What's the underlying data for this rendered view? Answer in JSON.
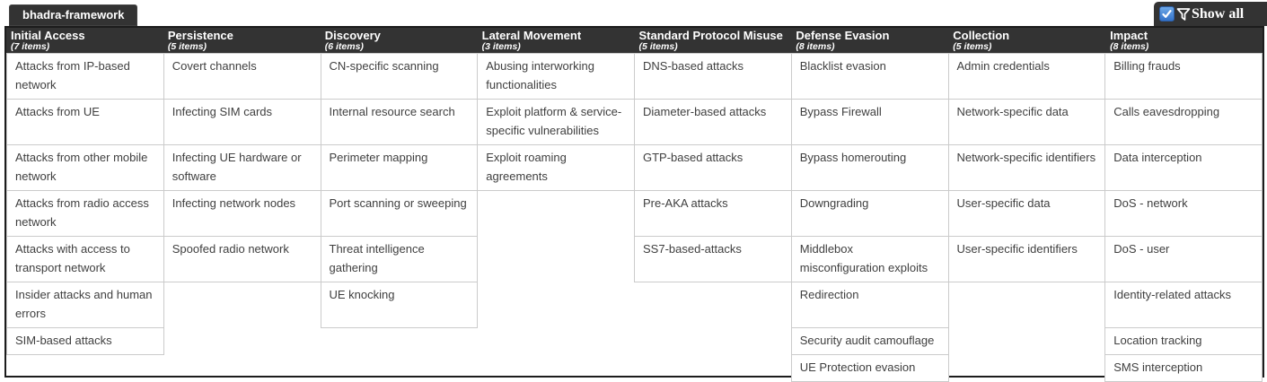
{
  "tab": {
    "title": "bhadra-framework"
  },
  "controls": {
    "show_all_label": "Show all",
    "checkbox_checked": true,
    "icons": [
      "checkbox-checked-icon",
      "filter-funnel-icon"
    ]
  },
  "colors": {
    "header_bg": "#333333",
    "container_border": "#1c1c1c",
    "cell_border": "#cbcbcb",
    "cell_text": "#3f3f3f",
    "checkbox_blue": "#3372c8"
  },
  "matrix": {
    "columns": [
      {
        "name": "Initial Access",
        "count_label": "(7 items)",
        "techniques": [
          "Attacks from IP-based network",
          "Attacks from UE",
          "Attacks from other mobile network",
          "Attacks from radio access network",
          "Attacks with access to transport network",
          "Insider attacks and human errors",
          "SIM-based attacks"
        ]
      },
      {
        "name": "Persistence",
        "count_label": "(5 items)",
        "techniques": [
          "Covert channels",
          "Infecting SIM cards",
          "Infecting UE hardware or software",
          "Infecting network nodes",
          "Spoofed radio network"
        ]
      },
      {
        "name": "Discovery",
        "count_label": "(6 items)",
        "techniques": [
          "CN-specific scanning",
          "Internal resource search",
          "Perimeter mapping",
          "Port scanning or sweeping",
          "Threat intelligence gathering",
          "UE knocking"
        ]
      },
      {
        "name": "Lateral Movement",
        "count_label": "(3 items)",
        "techniques": [
          "Abusing interworking functionalities",
          "Exploit platform & service-specific vulnerabilities",
          "Exploit roaming agreements"
        ]
      },
      {
        "name": "Standard Protocol Misuse",
        "count_label": "(5 items)",
        "techniques": [
          "DNS-based attacks",
          "Diameter-based attacks",
          "GTP-based attacks",
          "Pre-AKA attacks",
          "SS7-based-attacks"
        ]
      },
      {
        "name": "Defense Evasion",
        "count_label": "(8 items)",
        "techniques": [
          "Blacklist evasion",
          "Bypass Firewall",
          "Bypass homerouting",
          "Downgrading",
          "Middlebox misconfiguration exploits",
          "Redirection",
          "Security audit camouflage",
          "UE Protection evasion"
        ]
      },
      {
        "name": "Collection",
        "count_label": "(5 items)",
        "techniques": [
          "Admin credentials",
          "Network-specific data",
          "Network-specific identifiers",
          "User-specific data",
          "User-specific identifiers"
        ]
      },
      {
        "name": "Impact",
        "count_label": "(8 items)",
        "techniques": [
          "Billing frauds",
          "Calls eavesdropping",
          "Data interception",
          "DoS - network",
          "DoS - user",
          "Identity-related attacks",
          "Location tracking",
          "SMS interception"
        ]
      }
    ]
  }
}
